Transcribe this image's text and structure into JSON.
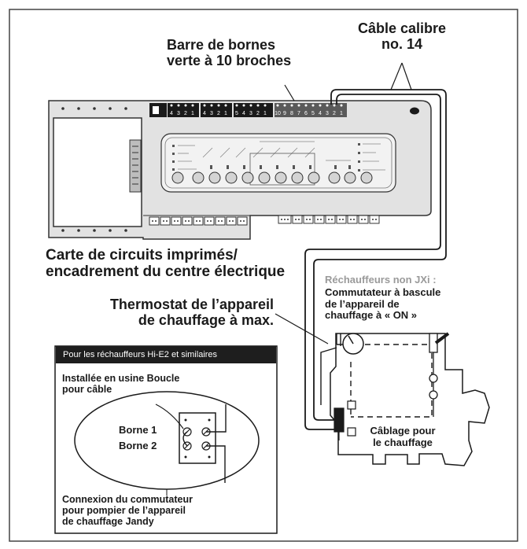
{
  "labels": {
    "terminal_bar": [
      "Barre de bornes",
      "verte à 10 broches"
    ],
    "cable_gauge": [
      "Câble calibre",
      "no. 14"
    ],
    "pcb": [
      "Carte de circuits imprimés/",
      "encadrement du centre électrique"
    ],
    "thermostat": [
      "Thermostat de l’appareil",
      "de chauffage à max."
    ],
    "non_jxi_title": "Réchauffeurs non JXi :",
    "non_jxi_body": [
      "Commutateur à bascule",
      "de l’appareil de",
      "chauffage à « ON »"
    ],
    "heater_wiring": [
      "Câblage pour",
      "le chauffage"
    ]
  },
  "inset": {
    "header": "Pour les réchauffeurs Hi-E2 et similaires",
    "factory_loop": [
      "Installée en usine Boucle",
      "pour câble"
    ],
    "terminal_1": "Borne 1",
    "terminal_2": "Borne 2",
    "caption": [
      "Connexion du commutateur",
      "pour pompier de l’appareil",
      "de chauffage Jandy"
    ]
  },
  "board": {
    "terminal_numbers": [
      "4",
      "3",
      "2",
      "1",
      "4",
      "3",
      "2",
      "1",
      "5",
      "4",
      "3",
      "2",
      "1",
      "10",
      "9",
      "8",
      "7",
      "6",
      "5",
      "4",
      "3",
      "2",
      "1"
    ]
  }
}
